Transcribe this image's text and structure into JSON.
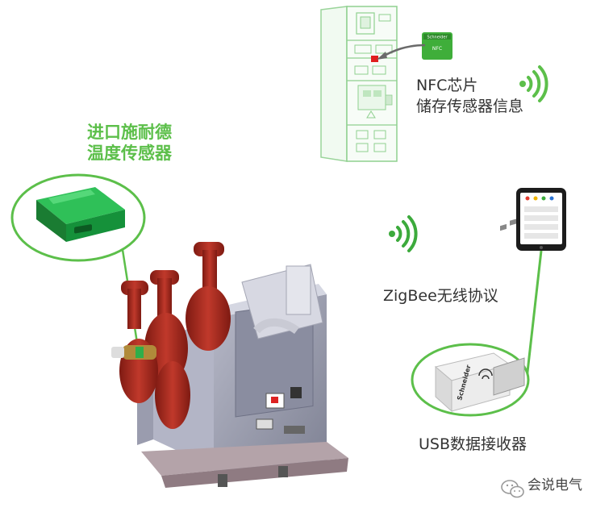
{
  "colors": {
    "green": "#5cbf4a",
    "dark_green": "#2f8a2f",
    "breaker_red": "#a52a1f",
    "cabinet_outline": "#7fcf7f",
    "text_gray": "#333333"
  },
  "labels": {
    "sensor_line1": "进口施耐德",
    "sensor_line2": "温度传感器",
    "nfc_line1": "NFC芯片",
    "nfc_line2": "储存传感器信息",
    "zigbee": "ZigBee无线协议",
    "usb": "USB数据接收器",
    "watermark": "会说电气"
  },
  "icons": {
    "wireless_top": "wireless-signal-icon",
    "wireless_mid": "wireless-signal-icon",
    "phone": "smartphone-icon",
    "usb": "usb-receiver-icon",
    "watermark": "wechat-icon"
  }
}
